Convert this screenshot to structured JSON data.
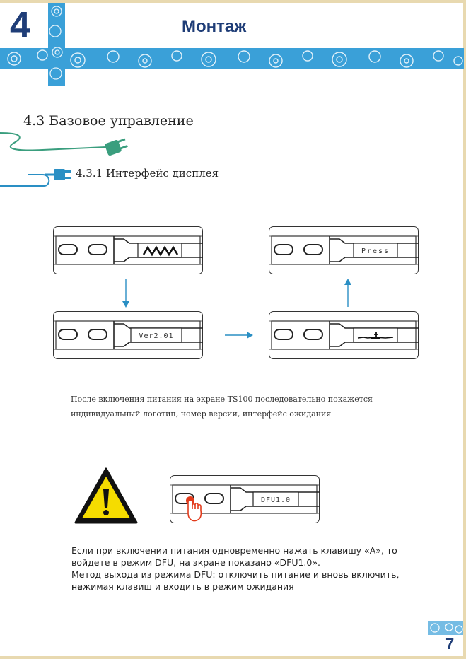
{
  "header": {
    "chapter_number": "4",
    "title": "Монтаж",
    "accent": "#1f3d77",
    "pattern_color": "#3aa0d8"
  },
  "section": {
    "title": "4.3 Базовое управление",
    "subsection_title": "4.3.1 Интерфейс дисплея"
  },
  "screens": {
    "logo_icon": "logo-wave-icon",
    "version": "Ver2.01",
    "idle_icon": "idle-graphic-icon",
    "press": "Press",
    "dfu": "DFU1.0"
  },
  "caption": {
    "line1": "После включения питания на экране TS100 последовательно покажется",
    "line2": "индивидуальный логотип, номер версии, интерфейс ожидания"
  },
  "dfu_text": {
    "line1": "Если при включении питания одновременно нажать клавишу «A», то",
    "line2": "войдете в режим DFU, на экране показано «DFU1.0».",
    "line3": "Метод выхода из режима DFU: отключить питание и вновь включить, не",
    "line4": "нажимая клавиш и входить в режим ожидания"
  },
  "page_number": "7",
  "colors": {
    "cable_green": "#3a9e7e",
    "cable_blue": "#2a8fc4",
    "arrow_blue": "#2a8fc4",
    "warning_yellow": "#f5dc00",
    "finger_red": "#e23b1c"
  }
}
